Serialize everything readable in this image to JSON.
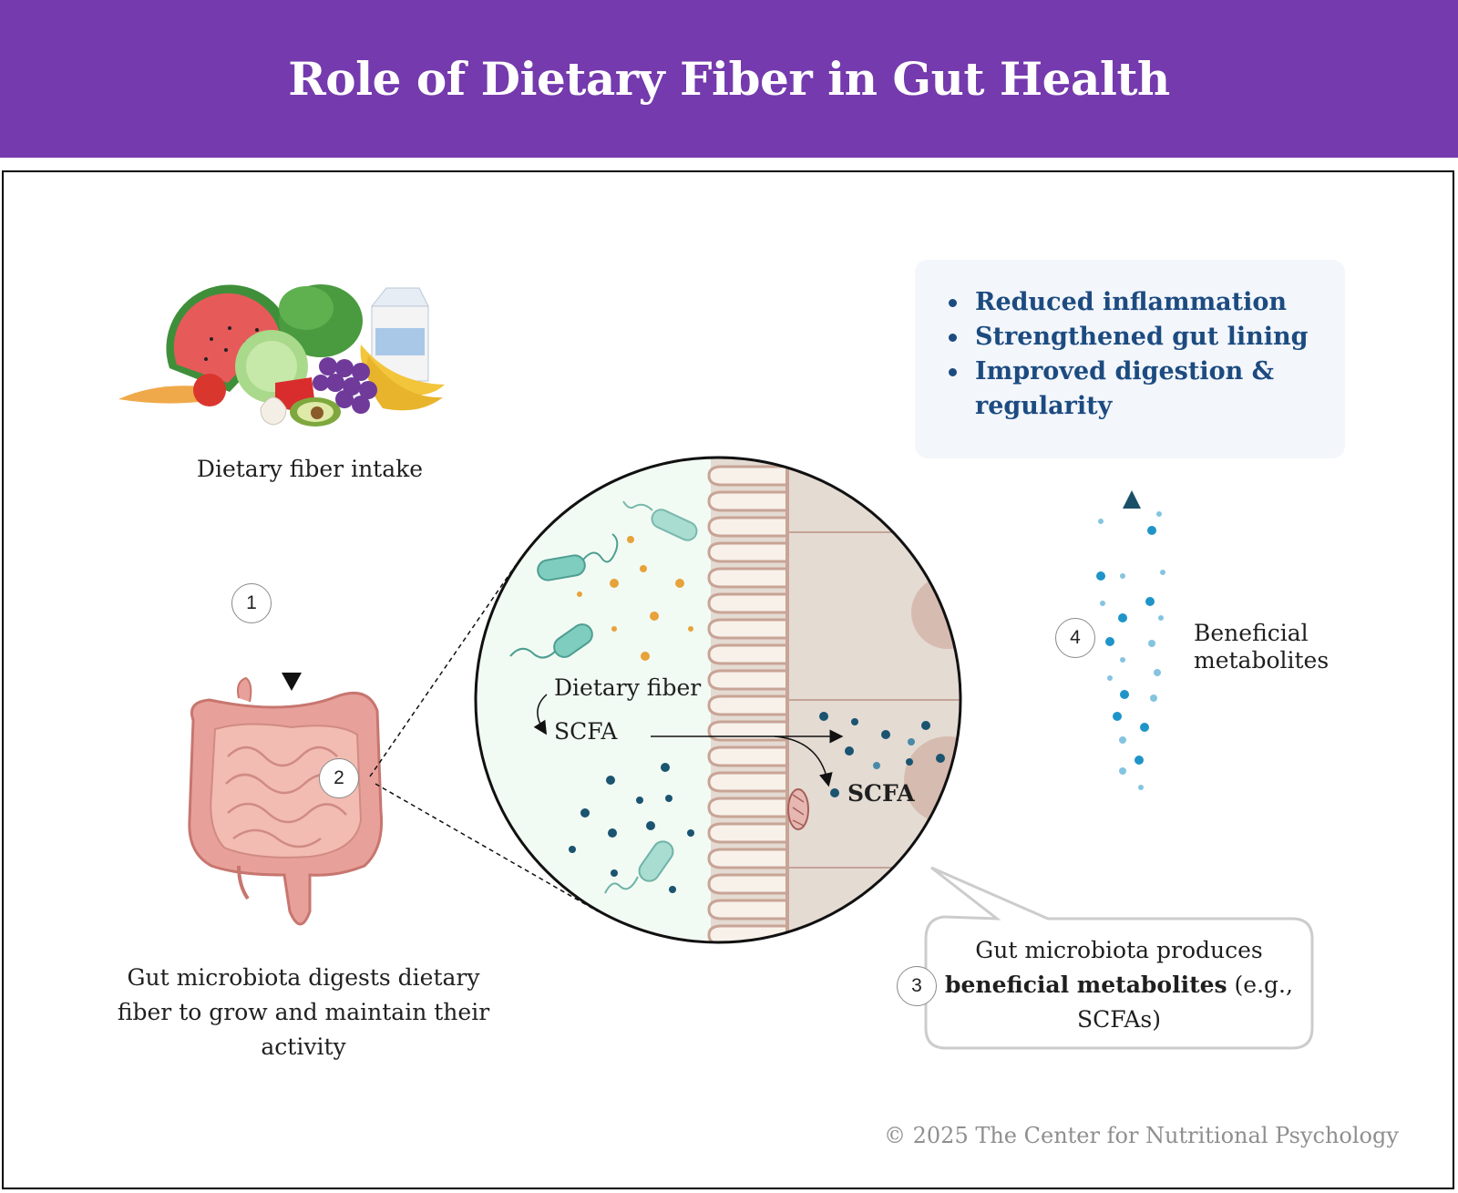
{
  "title": "Role of Dietary Fiber in Gut Health",
  "food_label": "Dietary fiber intake",
  "gut_label": "Gut microbiota digests dietary fiber to grow and maintain their activity",
  "zoom": {
    "fiber_label": "Dietary fiber",
    "scfa_label": "SCFA",
    "scfa_cell_label": "SCFA"
  },
  "benefits": [
    "Reduced inflammation",
    "Strengthened gut lining",
    "Improved digestion & regularity"
  ],
  "metabolites_label": "Beneficial metabolites",
  "callout": {
    "pre": "Gut microbiota produces",
    "bold": "beneficial metabolites",
    "post": "(e.g., SCFAs)"
  },
  "steps": [
    "1",
    "2",
    "3",
    "4"
  ],
  "copyright": "© 2025 The Center for Nutritional Psychology",
  "colors": {
    "header": "#753aad",
    "benefit_text": "#1c4b80",
    "metabolite_dot": "#1f94c8",
    "intestine": "#e8a19a",
    "bacteria": "#7ecdbf"
  }
}
